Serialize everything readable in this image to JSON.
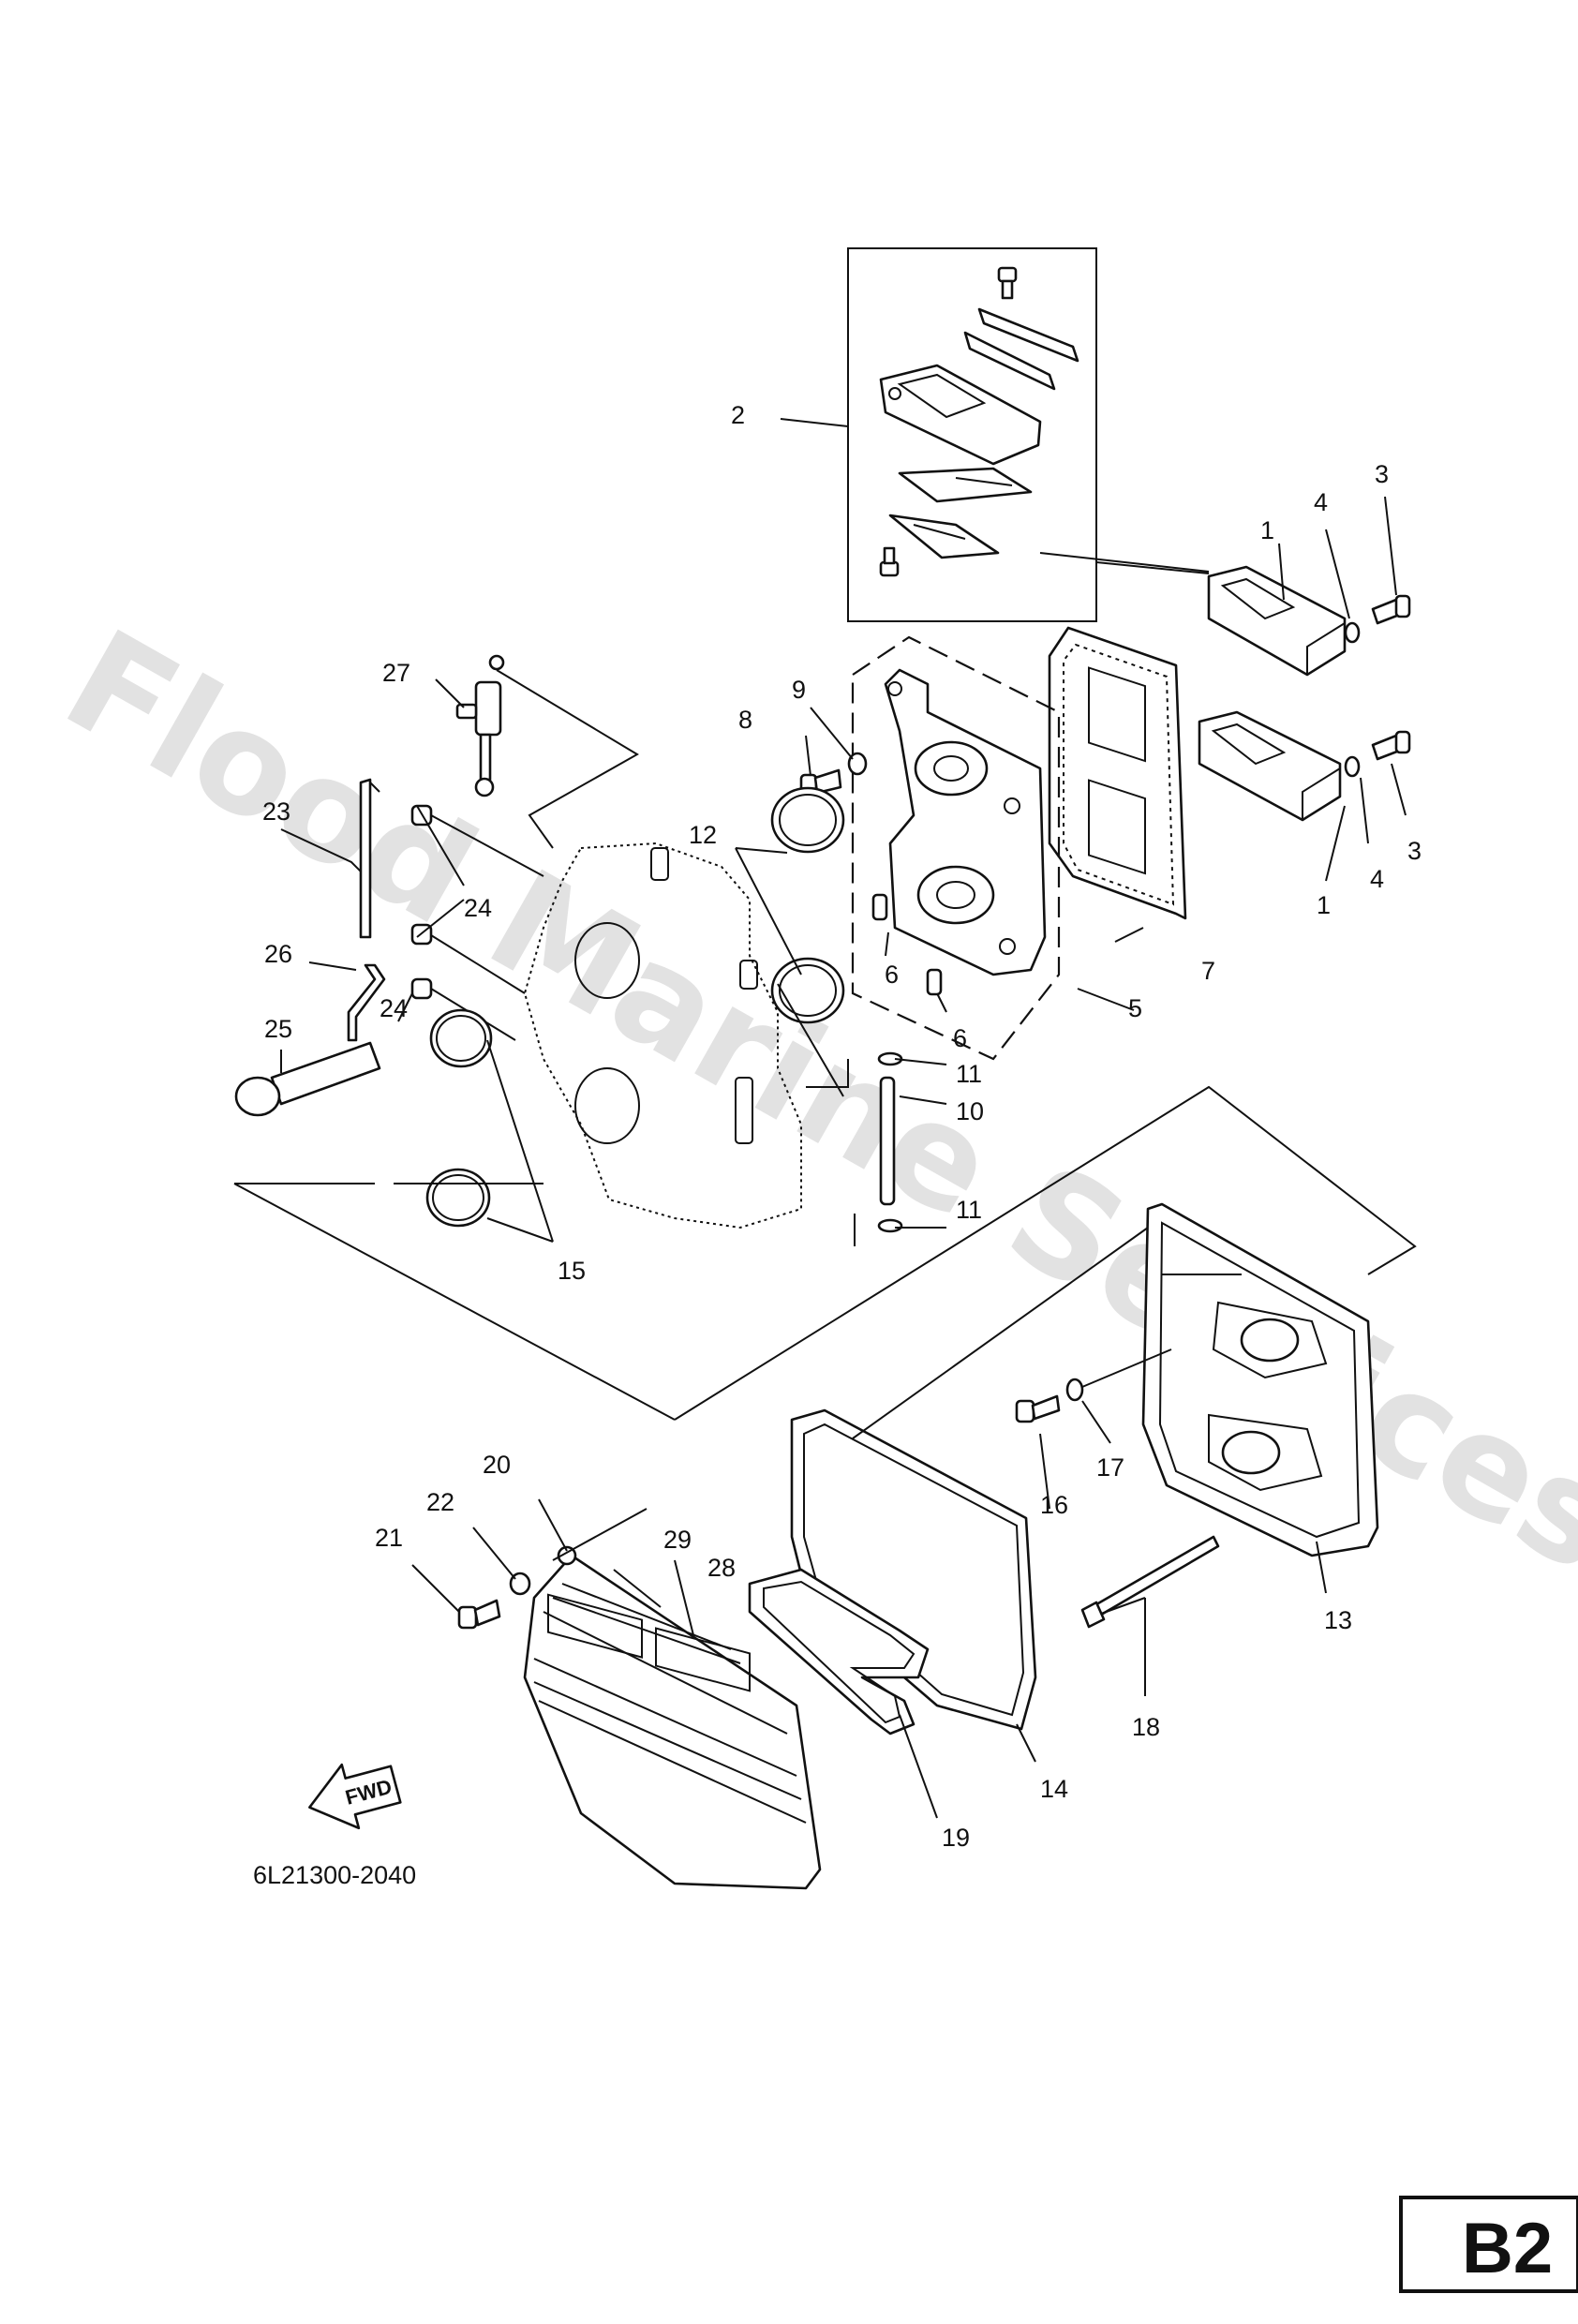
{
  "watermark": "Flood Marine Services",
  "diagram_code": "6L21300-2040",
  "page_ref": "B2",
  "direction_marker": "FWD",
  "callouts": [
    {
      "id": "c1a",
      "label": "1"
    },
    {
      "id": "c1b",
      "label": "1"
    },
    {
      "id": "c2",
      "label": "2"
    },
    {
      "id": "c3a",
      "label": "3"
    },
    {
      "id": "c3b",
      "label": "3"
    },
    {
      "id": "c4a",
      "label": "4"
    },
    {
      "id": "c4b",
      "label": "4"
    },
    {
      "id": "c5",
      "label": "5"
    },
    {
      "id": "c6a",
      "label": "6"
    },
    {
      "id": "c6b",
      "label": "6"
    },
    {
      "id": "c7",
      "label": "7"
    },
    {
      "id": "c8",
      "label": "8"
    },
    {
      "id": "c9",
      "label": "9"
    },
    {
      "id": "c10",
      "label": "10"
    },
    {
      "id": "c11a",
      "label": "11"
    },
    {
      "id": "c11b",
      "label": "11"
    },
    {
      "id": "c12",
      "label": "12"
    },
    {
      "id": "c13",
      "label": "13"
    },
    {
      "id": "c14",
      "label": "14"
    },
    {
      "id": "c15",
      "label": "15"
    },
    {
      "id": "c16",
      "label": "16"
    },
    {
      "id": "c17",
      "label": "17"
    },
    {
      "id": "c18",
      "label": "18"
    },
    {
      "id": "c19",
      "label": "19"
    },
    {
      "id": "c20",
      "label": "20"
    },
    {
      "id": "c21",
      "label": "21"
    },
    {
      "id": "c22",
      "label": "22"
    },
    {
      "id": "c23",
      "label": "23"
    },
    {
      "id": "c24a",
      "label": "24"
    },
    {
      "id": "c24b",
      "label": "24"
    },
    {
      "id": "c25",
      "label": "25"
    },
    {
      "id": "c26",
      "label": "26"
    },
    {
      "id": "c27",
      "label": "27"
    },
    {
      "id": "c28",
      "label": "28"
    },
    {
      "id": "c29",
      "label": "29"
    }
  ]
}
